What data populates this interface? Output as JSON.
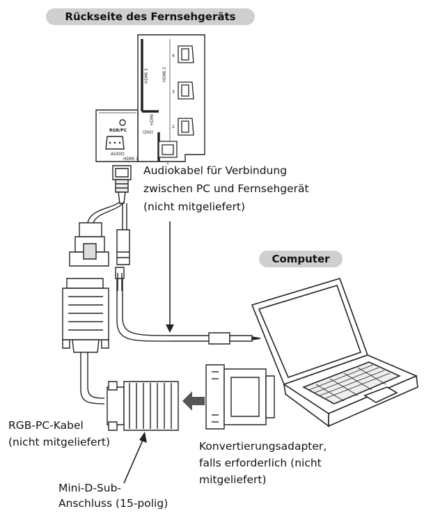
{
  "labels": {
    "tv_back": "Rückseite des Fernsehgeräts",
    "computer": "Computer",
    "audio_cable": [
      "Audiokabel für Verbindung",
      "zwischen PC und Fernsehgerät",
      "(nicht mitgeliefert)"
    ],
    "rgb_cable": [
      "RGB-PC-Kabel",
      "(nicht mitgeliefert)"
    ],
    "adapter": [
      "Konvertierungsadapter,",
      "falls erforderlich (nicht",
      "mitgeliefert)"
    ],
    "mini_dsub": [
      "Mini-D-Sub-",
      "Anschluss (15-polig)"
    ]
  },
  "tv_panel": {
    "port_labels": [
      "RGB/PC",
      "AUDIO",
      "HDMI 1",
      "HDMI",
      "HDMI 2",
      "HDMI 3",
      "(DVI)"
    ],
    "hdmi_numbers": [
      "4",
      "3",
      "2",
      "1"
    ]
  },
  "colors": {
    "line": "#222222",
    "pill_bg": "#cfcfcf",
    "arrow_fill": "#555555"
  }
}
